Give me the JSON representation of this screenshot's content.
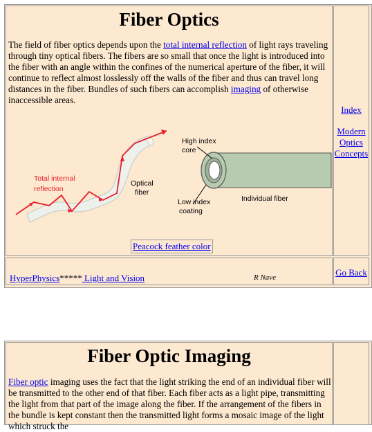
{
  "section1": {
    "title": "Fiber Optics",
    "para_pre": "The field of fiber optics depends upon the ",
    "link_tir": "total internal reflection",
    "para_mid": " of light rays traveling through tiny optical fibers. The fibers are so small that once the light is introduced into the fiber with an angle within the confines of the numerical aperture of the fiber, it will continue to reflect almost losslessly off the walls of the fiber and thus can travel long distances in the fiber. Bundles of such fibers can accomplish ",
    "link_imaging": "imaging",
    "para_post": " of otherwise inaccessible areas.",
    "diagram": {
      "tir_label_1": "Total internal",
      "tir_label_2": "reflection",
      "optical_fiber_1": "Optical",
      "optical_fiber_2": "fiber",
      "high_index_1": "High index",
      "high_index_2": "core",
      "low_index_1": "Low index",
      "low_index_2": "coating",
      "individual_fiber": "Individual fiber"
    },
    "peacock_link": "Peacock feather color",
    "sidebar": {
      "index_link": "Index",
      "modern_1": "Modern",
      "modern_2": "Optics",
      "modern_3": "Concepts"
    },
    "footer": {
      "hyperphysics": "HyperPhysics",
      "stars": "*****",
      "light_vision": " Light and Vision",
      "author": "R Nave",
      "go_back": "Go Back"
    }
  },
  "section2": {
    "title": "Fiber Optic Imaging",
    "link_fiber_optic": "Fiber optic",
    "para": " imaging uses the fact that the light striking the end of an individual fiber will be transmitted to the other end of that fiber. Each fiber acts as a light pipe, transmitting the light from that part of the image along the fiber. If the arrangement of the fibers in the bundle is kept constant then the transmitted light forms a mosaic image of the light which struck the"
  },
  "colors": {
    "panel_bg": "#fde8d0",
    "border": "#9a9a9a",
    "link": "#0000ee",
    "diagram_red": "#e8202a",
    "fiber_green": "#b7cbb1"
  }
}
